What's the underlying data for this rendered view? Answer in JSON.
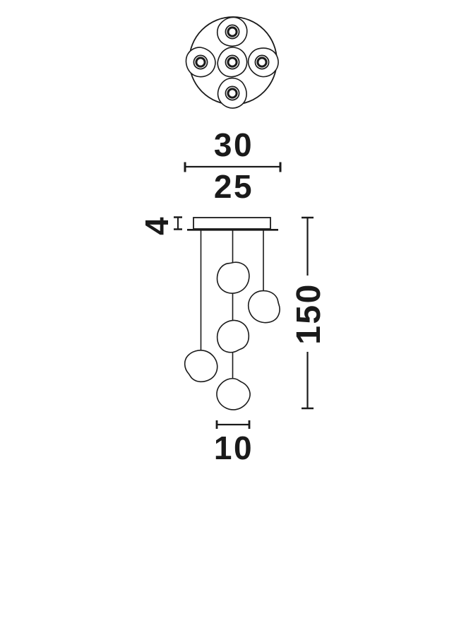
{
  "colors": {
    "line": "#1a1a1a",
    "background": "#ffffff"
  },
  "dimensions": {
    "overall_width": "30",
    "canopy_width": "25",
    "canopy_height": "4",
    "suspension_length": "150",
    "shade_width": "10"
  }
}
